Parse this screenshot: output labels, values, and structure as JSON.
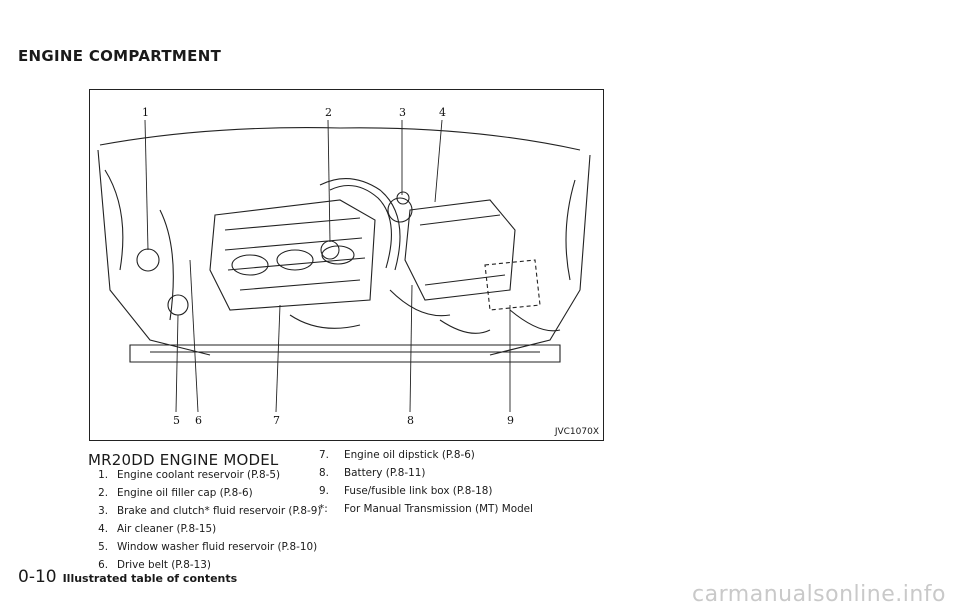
{
  "section_title": "ENGINE COMPARTMENT",
  "figure": {
    "code": "JVC1070X",
    "callouts": [
      "1",
      "2",
      "3",
      "4",
      "5",
      "6",
      "7",
      "8",
      "9"
    ]
  },
  "model_title": "MR20DD ENGINE MODEL",
  "items_left": [
    {
      "num": "1.",
      "text": "Engine coolant reservoir (P.8-5)"
    },
    {
      "num": "2.",
      "text": "Engine oil filler cap (P.8-6)"
    },
    {
      "num": "3.",
      "text": "Brake and clutch* fluid reservoir (P.8-9)"
    },
    {
      "num": "4.",
      "text": "Air cleaner (P.8-15)"
    },
    {
      "num": "5.",
      "text": "Window washer fluid reservoir (P.8-10)"
    },
    {
      "num": "6.",
      "text": "Drive belt (P.8-13)"
    }
  ],
  "items_right": [
    {
      "num": "7.",
      "text": "Engine oil dipstick (P.8-6)"
    },
    {
      "num": "8.",
      "text": "Battery (P.8-11)"
    },
    {
      "num": "9.",
      "text": "Fuse/fusible link box (P.8-18)"
    },
    {
      "num": "*:",
      "text": "For Manual Transmission (MT) Model"
    }
  ],
  "footer": {
    "page": "0-10",
    "title": "Illustrated table of contents"
  },
  "watermark": "carmanualsonline.info"
}
